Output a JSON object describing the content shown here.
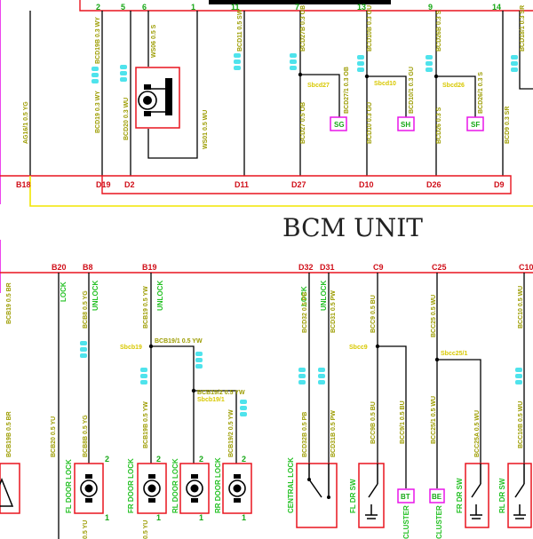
{
  "title": "BCM UNIT",
  "top_pins": [
    "2",
    "5",
    "6",
    "1",
    "11",
    "7",
    "13",
    "9",
    "14"
  ],
  "top_connectors": [
    "B18",
    "D19",
    "D2",
    "D11",
    "D27",
    "D10",
    "D26",
    "D9"
  ],
  "top_wires": [
    "BCD19B 0.3 WY",
    "BCD19 0.3 WY",
    "BCD20 0.3 WU",
    "WS06 0.5 S",
    "WS01 0.5 WU",
    "BCD11 0.5 SW",
    "BCD27B 0.3 OB",
    "BCD27 0.5 OB",
    "BCD27/1 0.3 OB",
    "BCD10B 0.3 GU",
    "BCD10 0.3 GU",
    "BCD10/1 0.3 GU",
    "BCD26 0.3 S",
    "BCD26/1 0.3 S",
    "BCD26B 0.3 S",
    "BCD9 0.3 SR",
    "BCD18/1 0.3 SR",
    "AG16/1 0.5 YG"
  ],
  "top_splices": [
    "Sbcd27",
    "Sbcd10",
    "Sbcd26"
  ],
  "top_tags": [
    "SG",
    "SH",
    "SF"
  ],
  "bottom_connectors": [
    "B20",
    "B8",
    "B19",
    "D32",
    "D31",
    "C9",
    "C25",
    "C10"
  ],
  "bottom_func_top": [
    "LOCK",
    "UNLOCK",
    "UNLOCK",
    "LOCK",
    "UNLOCK"
  ],
  "bottom_wires": [
    "BCB19 0.5 BR",
    "BCB19B 0.5 BR",
    "BCB8 0.5 YG",
    "BCB8B 0.5 YG",
    "BCB20 0.5 YU",
    "BCB19 0.5 YW",
    "BCB19/1 0.5 YW",
    "BCB19B 0.5 YW",
    "BCB19/2 0.5 YW",
    "BCB19/2 0.5 YW",
    "BCD32 0.5 PB",
    "BCD32B 0.5 PB",
    "BCD31 0.5 PW",
    "BCD31B 0.5 PW",
    "BCC9 0.5 BU",
    "BCC9B 0.5 BU",
    "BCC9/1 0.5 BU",
    "BCC25 0.5 WU",
    "BCC25/1 0.5 WU",
    "BCC25A 0.5 WU",
    "BCC10 0.5 WU",
    "BCC10B 0.5 WU",
    "0.5 YU",
    "0.5 YU"
  ],
  "bottom_splices": [
    "Sbcb19",
    "Sbcb19/1",
    "Sbcc9",
    "Sbcc25/1"
  ],
  "bottom_tags": [
    "BT",
    "BE"
  ],
  "bottom_func": [
    "FL DOOR LOCK",
    "FR DOOR LOCK",
    "RL DOOR LOCK",
    "RR DOOR LOCK",
    "CENTRAL LOCK",
    "FL DR SW",
    "CLUSTER",
    "CLUSTER",
    "FR DR SW",
    "RL DR SW"
  ],
  "motor_pins": [
    "2",
    "1",
    "2",
    "1",
    "2",
    "1",
    "2",
    "1"
  ],
  "colors": {
    "bus_red": "#e8141e",
    "bus_yellow": "#f2e600",
    "bus_magenta": "#e815e8",
    "splice_cyan": "#4fe3ec"
  }
}
